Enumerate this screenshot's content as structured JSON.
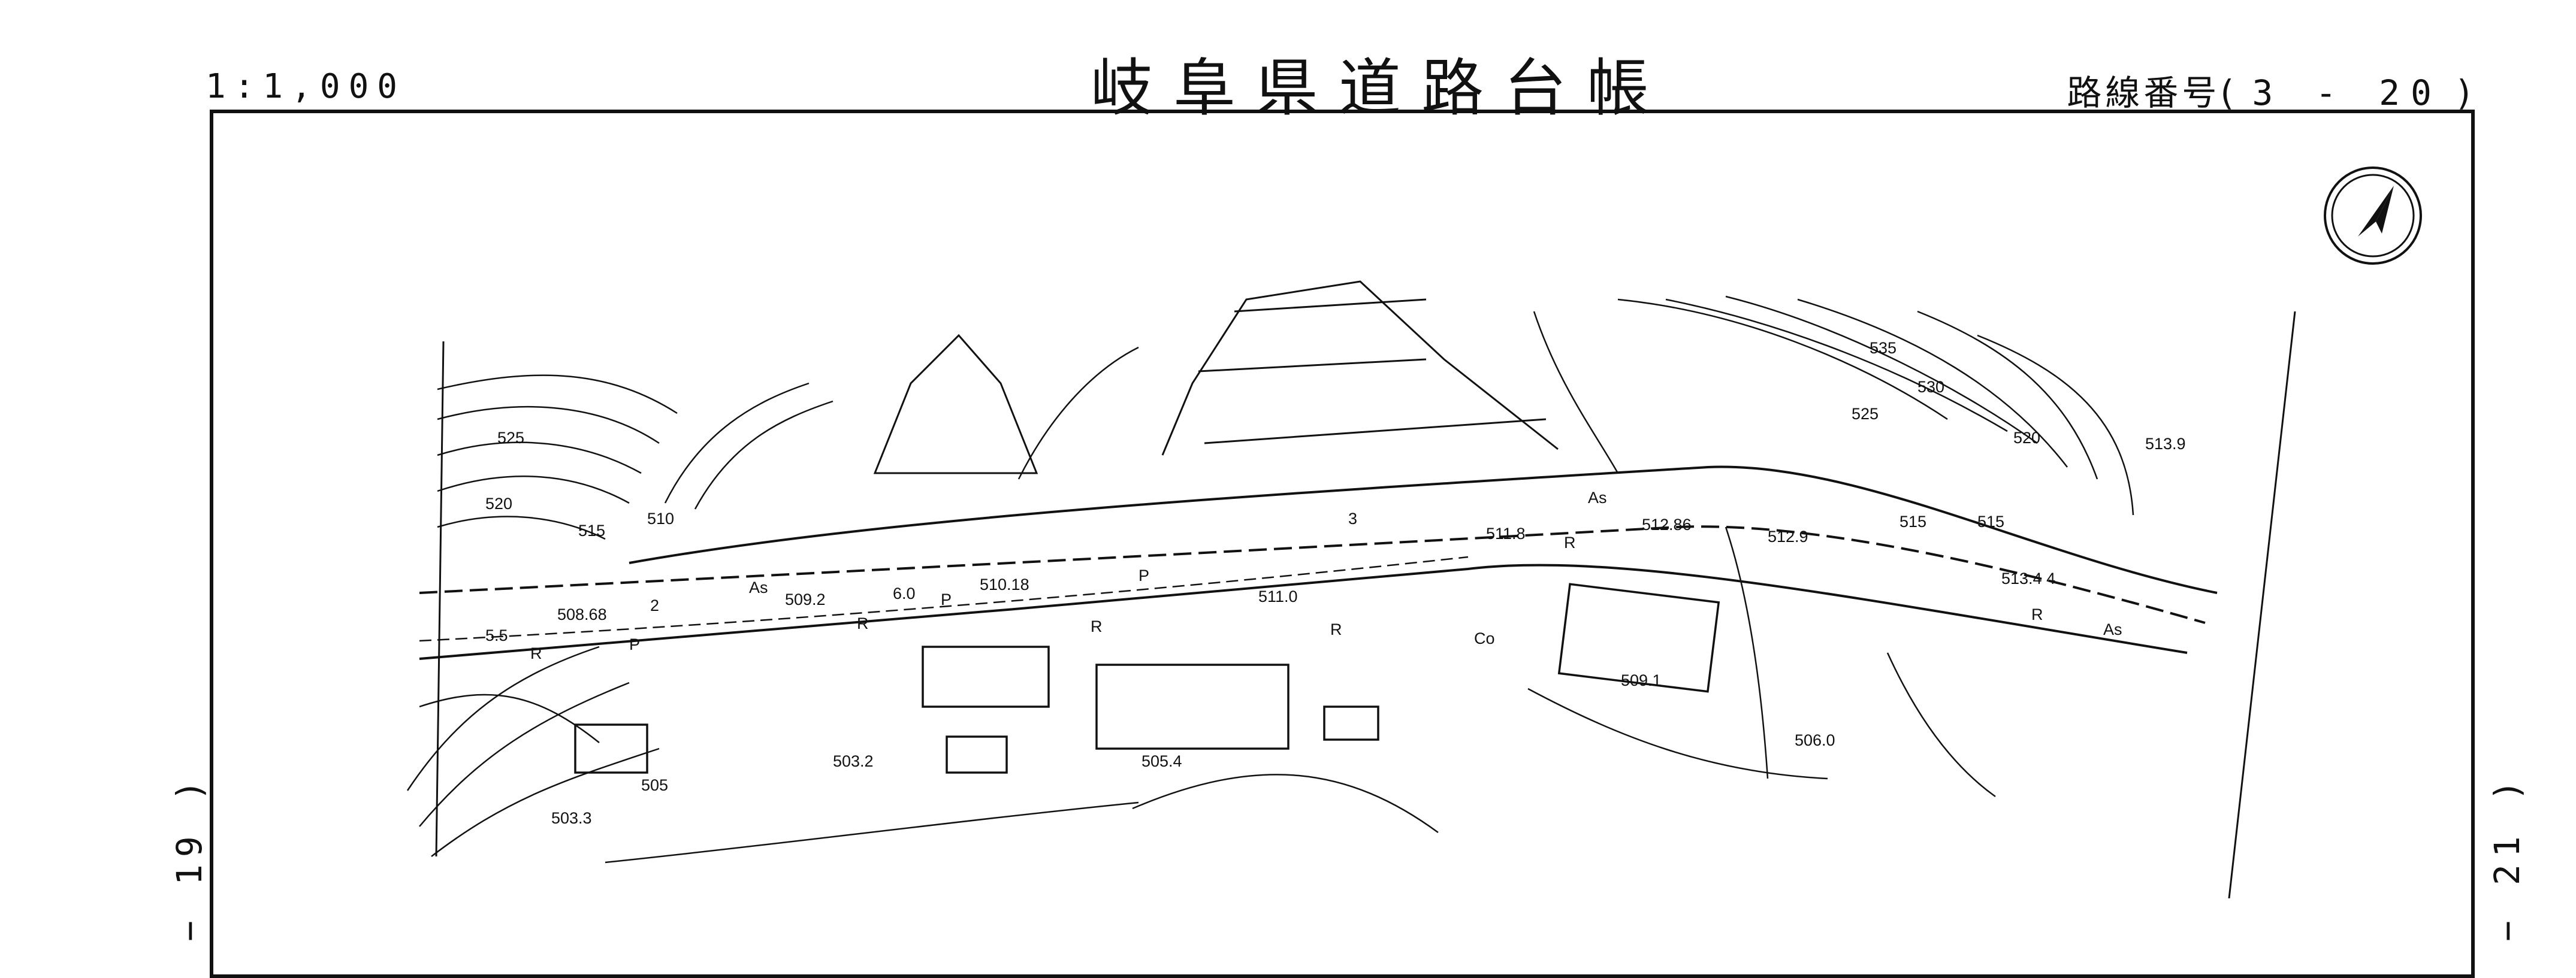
{
  "header": {
    "scale": "1:1,000",
    "title": "岐阜県道路台帳",
    "route_label": "路線番号(",
    "route_number": "3 - 20",
    "route_close": ")"
  },
  "sheet_links": {
    "left": "− 19 )",
    "right": "− 21 )"
  },
  "north_arrow": "north-arrow-icon",
  "map": {
    "contour_labels": [
      "525",
      "520",
      "515",
      "510",
      "515",
      "535",
      "530",
      "525",
      "520",
      "515"
    ],
    "elevations": [
      "508.68",
      "509.2",
      "510.18",
      "511.0",
      "511.8",
      "512.86",
      "512.9",
      "513.4 4",
      "513.9",
      "509.1",
      "506.0",
      "505.4",
      "503.2",
      "503.3"
    ],
    "surface_labels": [
      "As",
      "As",
      "As"
    ],
    "road_widths": [
      "5.5",
      "2",
      "6.0",
      "3"
    ],
    "misc_labels": [
      "P",
      "P",
      "P",
      "R",
      "R",
      "R",
      "R",
      "R",
      "R",
      "Co",
      "505"
    ]
  }
}
